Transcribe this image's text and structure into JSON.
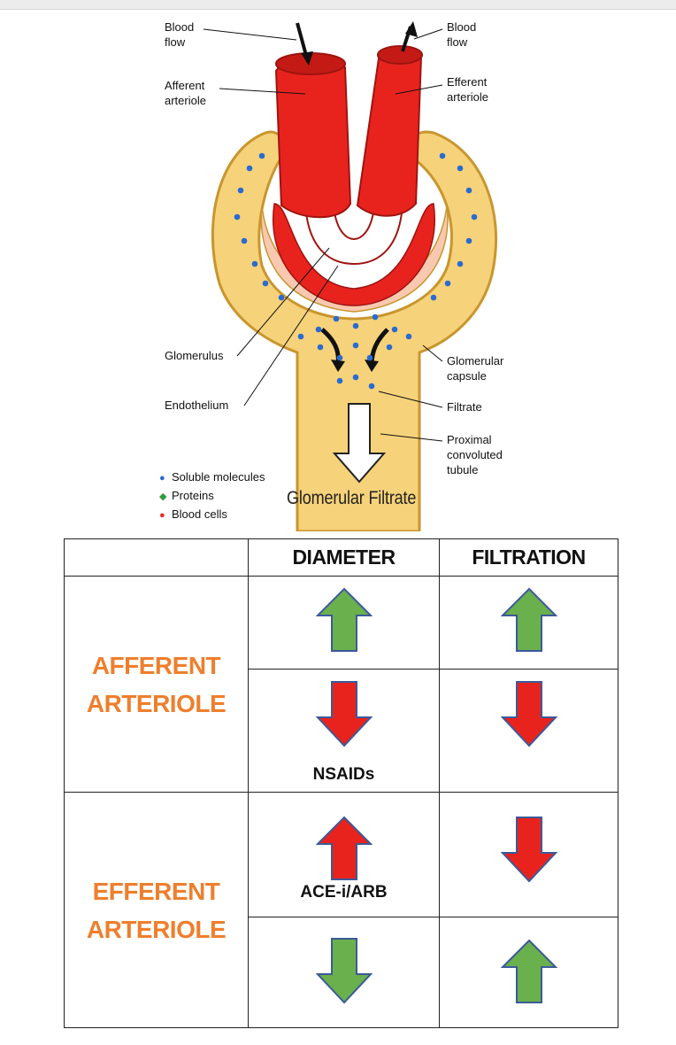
{
  "diagram": {
    "labels": {
      "blood_flow_in": [
        "Blood",
        "flow"
      ],
      "blood_flow_out": [
        "Blood",
        "flow"
      ],
      "afferent": [
        "Afferent",
        "arteriole"
      ],
      "efferent": [
        "Efferent",
        "arteriole"
      ],
      "glomerulus": "Glomerulus",
      "endothelium": "Endothelium",
      "capsule": [
        "Glomerular",
        "capsule"
      ],
      "filtrate": "Filtrate",
      "pct": [
        "Proximal",
        "convoluted",
        "tubule"
      ]
    },
    "legend": [
      {
        "marker": "●",
        "color": "#2a6bd0",
        "label": "Soluble molecules"
      },
      {
        "marker": "◆",
        "color": "#2e9a3a",
        "label": "Proteins"
      },
      {
        "marker": "●",
        "color": "#e0312b",
        "label": "Blood cells"
      }
    ],
    "output_label": "Glomerular Filtrate",
    "colors": {
      "vessel": "#e8231e",
      "capsule": "#f6d27a",
      "capsule_edge": "#c9962e",
      "molecule": "#2a6bd0"
    }
  },
  "table": {
    "headers": [
      "",
      "DIAMETER",
      "FILTRATION"
    ],
    "groups": [
      {
        "name": [
          "AFFERENT",
          "ARTERIOLE"
        ],
        "rows": [
          {
            "diameter": "up",
            "diameter_color": "green",
            "filtration": "up",
            "filtration_color": "green",
            "note": ""
          },
          {
            "diameter": "down",
            "diameter_color": "red",
            "filtration": "down",
            "filtration_color": "red",
            "note": "NSAIDs"
          }
        ]
      },
      {
        "name": [
          "EFFERENT",
          "ARTERIOLE"
        ],
        "rows": [
          {
            "diameter": "up",
            "diameter_color": "red",
            "filtration": "down",
            "filtration_color": "red",
            "note": "ACE-i/ARB"
          },
          {
            "diameter": "down",
            "diameter_color": "green",
            "filtration": "up",
            "filtration_color": "green",
            "note": ""
          }
        ]
      }
    ],
    "colors": {
      "green": "#6ab04c",
      "red": "#e8231e",
      "arrow_edge": "#3b5a9a",
      "group_text": "#ee7f2d"
    }
  }
}
